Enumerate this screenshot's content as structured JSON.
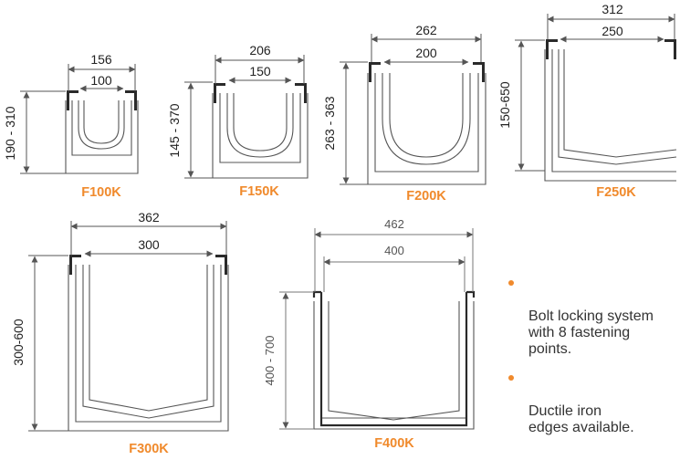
{
  "colors": {
    "accent": "#f08a2c",
    "line": "#555555",
    "text": "#222222",
    "profile_dark": "#2a2a2a"
  },
  "models": [
    {
      "label": "F100K",
      "outer_width": "156",
      "inner_width": "100",
      "height_range": "190 - 310"
    },
    {
      "label": "F150K",
      "outer_width": "206",
      "inner_width": "150",
      "height_range": "145 - 370"
    },
    {
      "label": "F200K",
      "outer_width": "262",
      "inner_width": "200",
      "height_range": "263 - 363"
    },
    {
      "label": "F250K",
      "outer_width": "312",
      "inner_width": "250",
      "height_range": "150-650"
    },
    {
      "label": "F300K",
      "outer_width": "362",
      "inner_width": "300",
      "height_range": "300-600"
    },
    {
      "label": "F400K",
      "outer_width": "462",
      "inner_width": "400",
      "height_range": "400 - 700"
    }
  ],
  "features": [
    {
      "text": "Bolt locking system\nwith 8 fastening\npoints."
    },
    {
      "text": "Ductile iron\nedges available."
    }
  ]
}
